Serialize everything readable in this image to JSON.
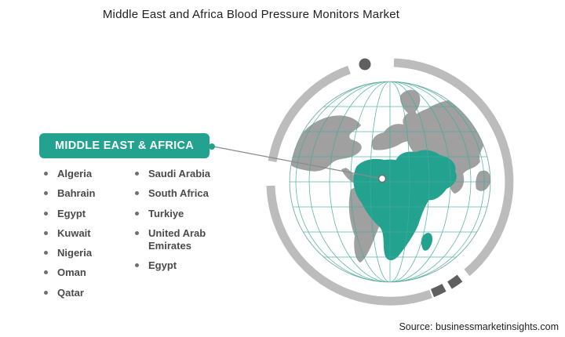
{
  "header": {
    "title": "Middle East and Africa Blood Pressure Monitors Market"
  },
  "region_card": {
    "label": "MIDDLE EAST & AFRICA"
  },
  "countries": {
    "col1": [
      "Algeria",
      "Bahrain",
      "Egypt",
      "Kuwait",
      "Nigeria",
      "Oman",
      "Qatar"
    ],
    "col2": [
      "Saudi Arabia",
      "South Africa",
      "Turkiye",
      "United Arab Emirates",
      "Egypt"
    ]
  },
  "globe": {
    "highlighted_region": "Middle East & Africa",
    "highlight_color": "#23a28f",
    "land_color": "#a0a0a0",
    "grid_color": "#43ab99",
    "ring_color": "#bcbcbc",
    "accent_dark": "#5f5f5f"
  },
  "footer": {
    "source": "Source: businessmarketinsights.com"
  }
}
